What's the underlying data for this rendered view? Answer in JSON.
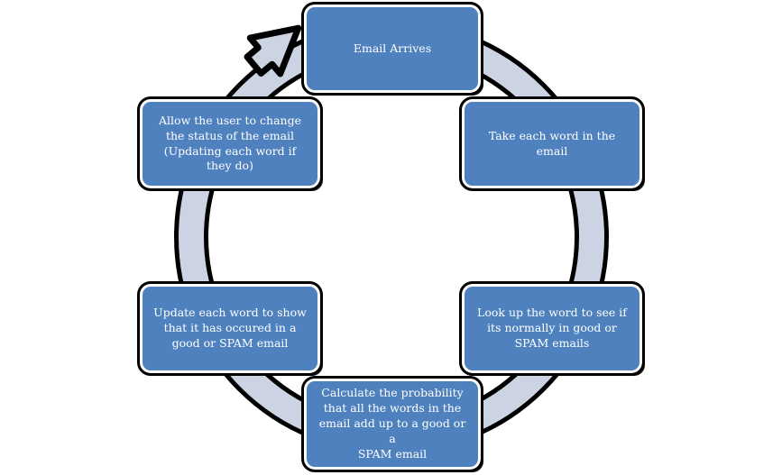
{
  "diagram": {
    "type": "cycle",
    "direction": "clockwise",
    "title": "",
    "colors": {
      "node_fill": "#4e81bd",
      "node_border": "#ffffff",
      "node_outline": "#000000",
      "node_text": "#ffffff",
      "ring_fill": "#ccd3e3",
      "ring_outline": "#000000",
      "background": "#ffffff"
    },
    "steps": [
      {
        "index": 1,
        "position": "top",
        "label": "Email Arrives"
      },
      {
        "index": 2,
        "position": "top-right",
        "label": "Take each word in the\nemail"
      },
      {
        "index": 3,
        "position": "bottom-right",
        "label": "Look up the word to see if\nits normally in good or\nSPAM emails"
      },
      {
        "index": 4,
        "position": "bottom",
        "label": "Calculate the probability\nthat all the words in the\nemail add up to a good or a\nSPAM email"
      },
      {
        "index": 5,
        "position": "bottom-left",
        "label": "Update each word to show\nthat it has occured in a\ngood or SPAM email"
      },
      {
        "index": 6,
        "position": "top-left",
        "label": "Allow the user to change\nthe status of the email\n(Updating each word if\nthey do)"
      }
    ],
    "arrow": {
      "name": "cycle-arrowhead",
      "points_to_step": 1,
      "description": "arrowhead closing the loop into the first step"
    }
  }
}
